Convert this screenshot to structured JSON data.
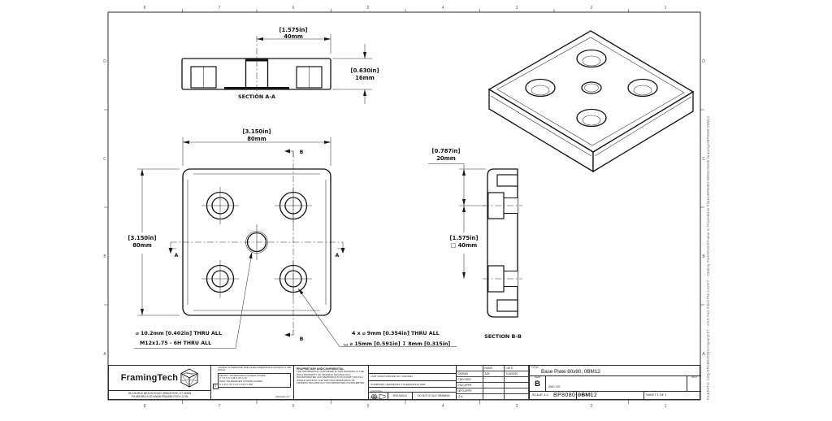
{
  "sheet": {
    "zone_cols": [
      "8",
      "7",
      "6",
      "5",
      "4",
      "3",
      "2",
      "1"
    ],
    "zone_rows": [
      "D",
      "C",
      "B",
      "A"
    ],
    "filepath": "FILEPATH: \\\\HQ-FRCB02019\\Company\\FT - CAD Part Files\\The Cov\\FT - Catalog Parts\\Parts\\Frame In Place\\Base Plates\\BP8080-0BM12\\Desk Drawings\\BP8080-0BM12"
  },
  "views": {
    "section_aa": {
      "label": "SECTION A-A",
      "width_in": "[1.575in]",
      "width_mm": "40mm",
      "thk_in": "[0.630in]",
      "thk_mm": "16mm"
    },
    "front": {
      "w_in": "[3.150in]",
      "w_mm": "80mm",
      "h_in": "[3.150in]",
      "h_mm": "80mm",
      "cut_a": "A",
      "cut_b": "B",
      "callout_center_1": "⌀ 10.2mm [0.402in] THRU ALL",
      "callout_center_2": "M12x1.75 - 6H THRU ALL",
      "callout_cb_1": "4 x ⌀ 9mm [0.354in] THRU ALL",
      "callout_cb_2": "⌴  ⌀ 15mm [0.591in]   ↧ 8mm [0.315in]"
    },
    "section_bb": {
      "label": "SECTION B-B",
      "edge_in": "[0.787in]",
      "edge_mm": "20mm",
      "pitch_in": "[1.575in]",
      "pitch_mm": "□ 40mm"
    }
  },
  "title_block": {
    "logo_text": "FramingTech",
    "address_line1": "96 DOUBLE BEACH ROAD, BRANFORD, CT 06405",
    "address_line2": "PH 888-883-4233   WWW.FRAMINGTECH.COM",
    "tolerance": {
      "header": "UNLESS OTHERWISE SPECIFIED DIMENSIONS SHOWN IN: MM [INCH]",
      "line1": "METRIC TOLERANCES UNLESS NOTED:",
      "line2": "X ±.5    X.X ±.25    X.XX ±.13",
      "line3": "INCH TOLERANCES UNLESS NOTED:",
      "line4": "X ±.02   X.XX ±.01   X.XXX ±.005",
      "checkbox": "X",
      "angles": "ANGLES ±1°"
    },
    "proprietary_title": "PROPRIETARY AND CONFIDENTIAL",
    "proprietary_body": "THE INFORMATION CONTAINED IN THIS DRAWING IS THE SOLE PROPERTY OF FRAMING TECHNOLOGY INCORPORATED. ANY REPRODUCTION IN PART OR AS A WHOLE WITHOUT THE WRITTEN PERMISSION OF FRAMING TECHNOLOGY INCORPORATED IS PROHIBITED.",
    "printed": "LAST DATE PRINTED ON: 1/10/2023",
    "interpret": "INTERPRET GEOMETRIC TOLERANCING PER:",
    "material_label": "MATERIAL",
    "finish_label": "FINISH",
    "projection_label": "3RD ANGLE",
    "no_scale": "DO NOT SCALE DRAWING",
    "name_col": "NAME",
    "date_col": "DATE",
    "rows": [
      {
        "label": "DRAWN",
        "name": "AJB",
        "date": "2/18/2020"
      },
      {
        "label": "CHECKED",
        "name": "",
        "date": ""
      },
      {
        "label": "ENG APPR.",
        "name": "",
        "date": ""
      },
      {
        "label": "MFG APPR.",
        "name": "",
        "date": ""
      },
      {
        "label": "Q.A.",
        "name": "",
        "date": ""
      }
    ],
    "title_label": "TITLE:",
    "title": "Base Plate 80x80, 0BM12",
    "size_label": "SIZE",
    "size": "B",
    "dwg_label": "DWG. NO.",
    "dwg_no": "BP8080-0BM12",
    "rev_label": "REV",
    "scale": "SCALE: 1:2",
    "weight_label": "WEIGHT:",
    "sheet_label": "SHEET 1 OF 1"
  }
}
